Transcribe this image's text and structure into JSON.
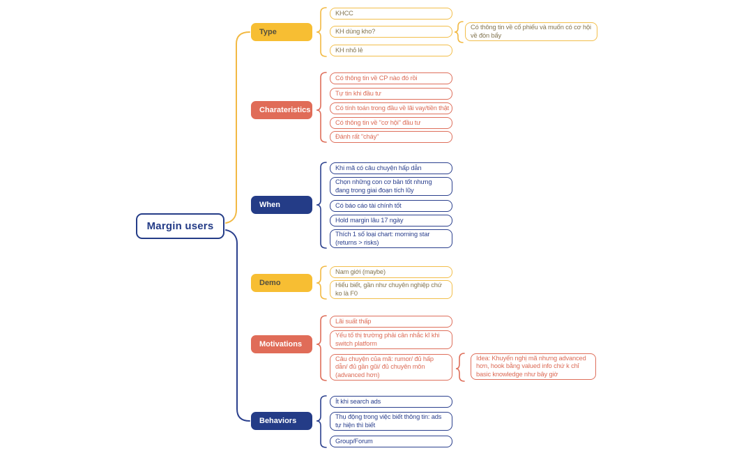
{
  "root": {
    "label": "Margin users"
  },
  "palette": {
    "yellow": "#F7BE33",
    "red": "#E06C58",
    "blue": "#243C87"
  },
  "branches": [
    {
      "label": "Type",
      "color": "yellow",
      "children": [
        {
          "text": "KHCC"
        },
        {
          "text": "KH dùng kho?"
        },
        {
          "text": "KH nhỏ lẻ"
        }
      ],
      "annotation": {
        "text": "Có thông tin về cổ phiếu và muốn có cơ hội về đòn bẩy",
        "attached_to": "KH dùng kho?"
      }
    },
    {
      "label": "Charateristics",
      "color": "red",
      "children": [
        {
          "text": "Có thông tin về CP nào đó rồi"
        },
        {
          "text": "Tự tin khi đầu tư"
        },
        {
          "text": "Có tính toán trong đầu về lãi vay/tiền thật"
        },
        {
          "text": "Có thông tin về \"cơ hội\" đầu tư"
        },
        {
          "text": "Đánh rất \"cháy\""
        }
      ]
    },
    {
      "label": "When",
      "color": "blue",
      "children": [
        {
          "text": "Khi mã có câu chuyện hấp dẫn"
        },
        {
          "text": "Chọn những con cơ bản tốt nhưng đang trong giai đoạn tích lũy"
        },
        {
          "text": "Có báo cáo tài chính tốt"
        },
        {
          "text": "Hold margin lâu 17 ngày"
        },
        {
          "text": "Thích 1 số loại chart: morning star (returns > risks)"
        }
      ]
    },
    {
      "label": "Demo",
      "color": "yellow",
      "children": [
        {
          "text": "Nam giới (maybe)"
        },
        {
          "text": "Hiểu biết, gần như chuyên nghiệp chứ ko là F0"
        }
      ]
    },
    {
      "label": "Motivations",
      "color": "red",
      "children": [
        {
          "text": "Lãi suất thấp"
        },
        {
          "text": "Yếu tố thị trường phải cân nhắc kĩ khi switch platform"
        },
        {
          "text": "Câu chuyện của mã: rumor/ đủ hấp dẫn/ đủ gần gũi/ đủ chuyên môn (advanced hơn)"
        }
      ],
      "annotation": {
        "text": "Idea: Khuyến nghị mã nhưng advanced hơn, hook bằng valued info chứ k chỉ basic knowledge như bây giờ",
        "attached_to": "Câu chuyện của mã: rumor/ đủ hấp dẫn/ đủ gần gũi/ đủ chuyên môn (advanced hơn)"
      }
    },
    {
      "label": "Behaviors",
      "color": "blue",
      "children": [
        {
          "text": "Ít khi search ads"
        },
        {
          "text": "Thụ động trong việc biết thông tin: ads tự hiện thì biết"
        },
        {
          "text": "Group/Forum"
        }
      ]
    }
  ]
}
